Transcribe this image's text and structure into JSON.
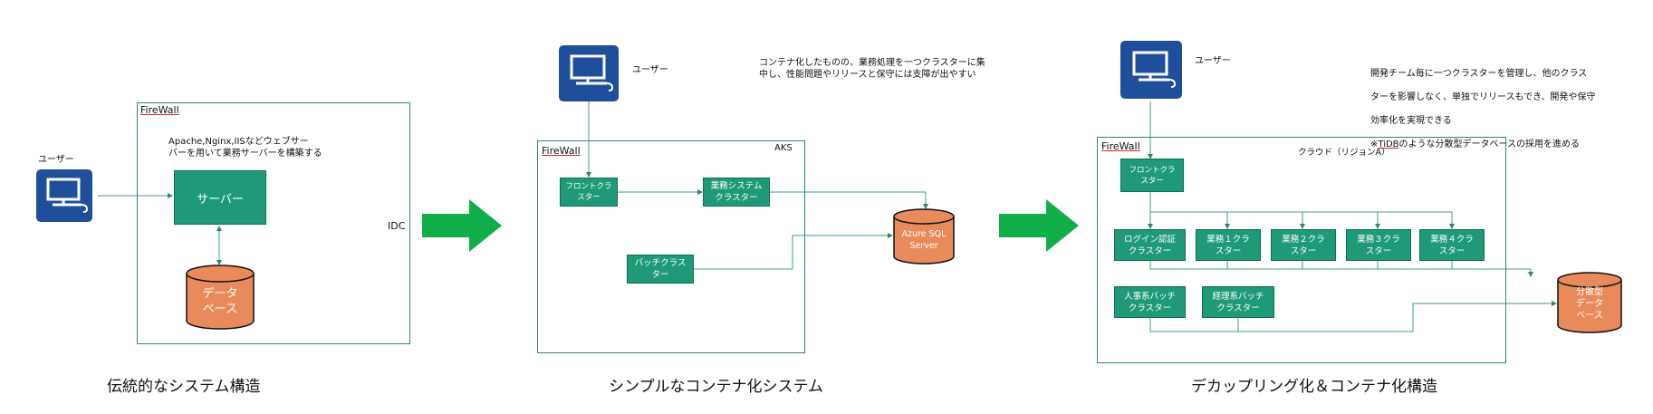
{
  "user_label": "ユーザー",
  "firewall_label": "FireWall",
  "arrow_color": "#0fae48",
  "box_color": "#1e9a78",
  "db_color": "#e98a5a",
  "panel1": {
    "idc_label": "IDC",
    "note": "Apache,Nginx,IISなどウェブサー\nバーを用いて業務サーバーを構築する",
    "server_label": "サーバー",
    "db_label": "データ\nベース",
    "caption": "伝統的なシステム構造"
  },
  "panel2": {
    "aks_label": "AKS",
    "note": "コンテナ化したものの、業務処理を一つクラスターに集\n中し、性能問題やリリースと保守には支障が出やすい",
    "front_cluster": "フロントクラ\nスター",
    "business_cluster": "業務システム\nクラスター",
    "batch_cluster": "バッチクラス\nター",
    "db_label": "Azure SQL\nServer",
    "caption": "シンプルなコンテナ化システム"
  },
  "panel3": {
    "region_label": "クラウド（リジョンA）",
    "note_lines": [
      "開発チーム毎に一つクラスターを管理し、他のクラス",
      "ターを影響しなく、単独でリリースもでき、開発や保守",
      "効率化を実現できる"
    ],
    "note_prefix": "※",
    "note_link": "TiDB",
    "note_suffix": "のような分散型データベースの採用を進める",
    "front_cluster": "フロントクラ\nスター",
    "login_cluster": "ログイン認証\nクラスター",
    "biz1": "業務１クラ\nスター",
    "biz2": "業務２クラ\nスター",
    "biz3": "業務３クラ\nスター",
    "biz4": "業務４クラ\nスター",
    "hr_batch": "人事系バッチ\nクラスター",
    "acct_batch": "経理系バッチ\nクラスター",
    "db_label": "分散型\nデータ\nベース",
    "caption": "デカップリング化＆コンテナ化構造"
  }
}
